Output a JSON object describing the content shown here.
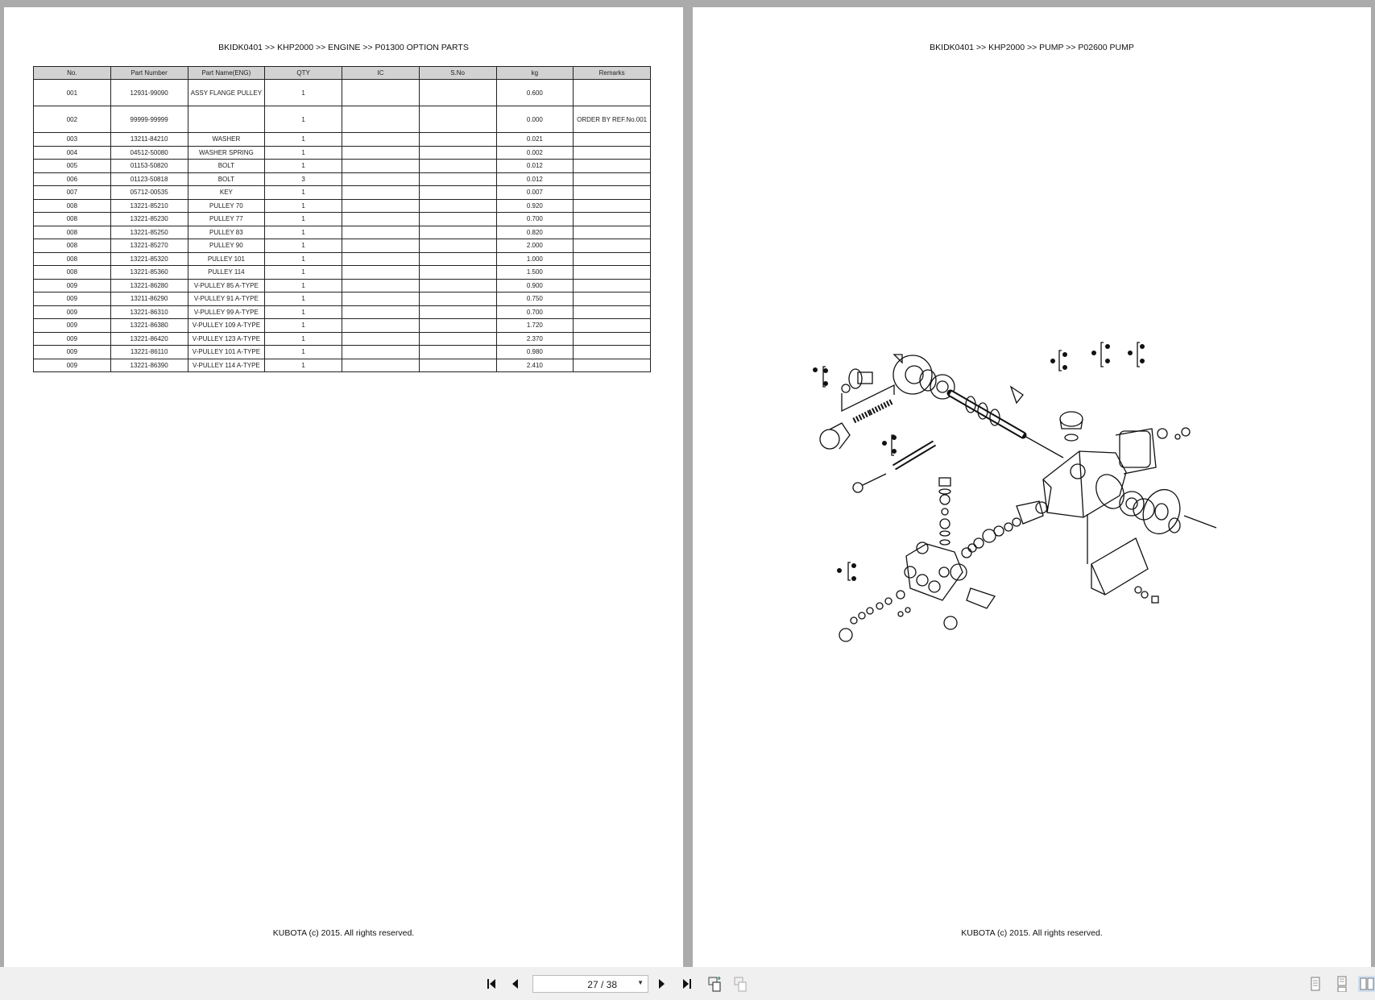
{
  "left_page": {
    "breadcrumb": "BKIDK0401 >> KHP2000 >> ENGINE >> P01300   OPTION PARTS",
    "columns": [
      "No.",
      "Part Number",
      "Part Name(ENG)",
      "QTY",
      "IC",
      "S.No",
      "kg",
      "Remarks"
    ],
    "rows": [
      [
        "001",
        "12931-99090",
        "ASSY FLANGE PULLEY",
        "1",
        "",
        "",
        "0.600",
        ""
      ],
      [
        "002",
        "99999-99999",
        "",
        "1",
        "",
        "",
        "0.000",
        "ORDER BY REF.No.001"
      ],
      [
        "003",
        "13211-84210",
        "WASHER",
        "1",
        "",
        "",
        "0.021",
        ""
      ],
      [
        "004",
        "04512-50080",
        "WASHER SPRING",
        "1",
        "",
        "",
        "0.002",
        ""
      ],
      [
        "005",
        "01153-50820",
        "BOLT",
        "1",
        "",
        "",
        "0.012",
        ""
      ],
      [
        "006",
        "01123-50818",
        "BOLT",
        "3",
        "",
        "",
        "0.012",
        ""
      ],
      [
        "007",
        "05712-00535",
        "KEY",
        "1",
        "",
        "",
        "0.007",
        ""
      ],
      [
        "008",
        "13221-85210",
        "PULLEY 70",
        "1",
        "",
        "",
        "0.920",
        ""
      ],
      [
        "008",
        "13221-85230",
        "PULLEY 77",
        "1",
        "",
        "",
        "0.700",
        ""
      ],
      [
        "008",
        "13221-85250",
        "PULLEY 83",
        "1",
        "",
        "",
        "0.820",
        ""
      ],
      [
        "008",
        "13221-85270",
        "PULLEY 90",
        "1",
        "",
        "",
        "2.000",
        ""
      ],
      [
        "008",
        "13221-85320",
        "PULLEY 101",
        "1",
        "",
        "",
        "1.000",
        ""
      ],
      [
        "008",
        "13221-85360",
        "PULLEY 114",
        "1",
        "",
        "",
        "1.500",
        ""
      ],
      [
        "009",
        "13221-86280",
        "V-PULLEY 85 A-TYPE",
        "1",
        "",
        "",
        "0.900",
        ""
      ],
      [
        "009",
        "13211-86290",
        "V-PULLEY 91 A-TYPE",
        "1",
        "",
        "",
        "0.750",
        ""
      ],
      [
        "009",
        "13221-86310",
        "V-PULLEY 99 A-TYPE",
        "1",
        "",
        "",
        "0.700",
        ""
      ],
      [
        "009",
        "13221-86380",
        "V-PULLEY 109 A-TYPE",
        "1",
        "",
        "",
        "1.720",
        ""
      ],
      [
        "009",
        "13221-86420",
        "V-PULLEY 123 A-TYPE",
        "1",
        "",
        "",
        "2.370",
        ""
      ],
      [
        "009",
        "13221-86110",
        "V-PULLEY 101 A-TYPE",
        "1",
        "",
        "",
        "0.980",
        ""
      ],
      [
        "009",
        "13221-86390",
        "V-PULLEY 114 A-TYPE",
        "1",
        "",
        "",
        "2.410",
        ""
      ]
    ],
    "footer": "KUBOTA (c) 2015. All rights reserved."
  },
  "right_page": {
    "breadcrumb": "BKIDK0401 >> KHP2000 >> PUMP >> P02600   PUMP",
    "footer": "KUBOTA (c) 2015. All rights reserved."
  },
  "toolbar": {
    "page_indicator": "27 / 38",
    "icons": [
      "first-page-icon",
      "prev-page-icon",
      "next-page-icon",
      "last-page-icon",
      "fit-page-icon",
      "fit-width-icon",
      "single-page-view-icon",
      "continuous-view-icon",
      "two-page-view-icon"
    ],
    "selected_view": "two-page-view"
  }
}
